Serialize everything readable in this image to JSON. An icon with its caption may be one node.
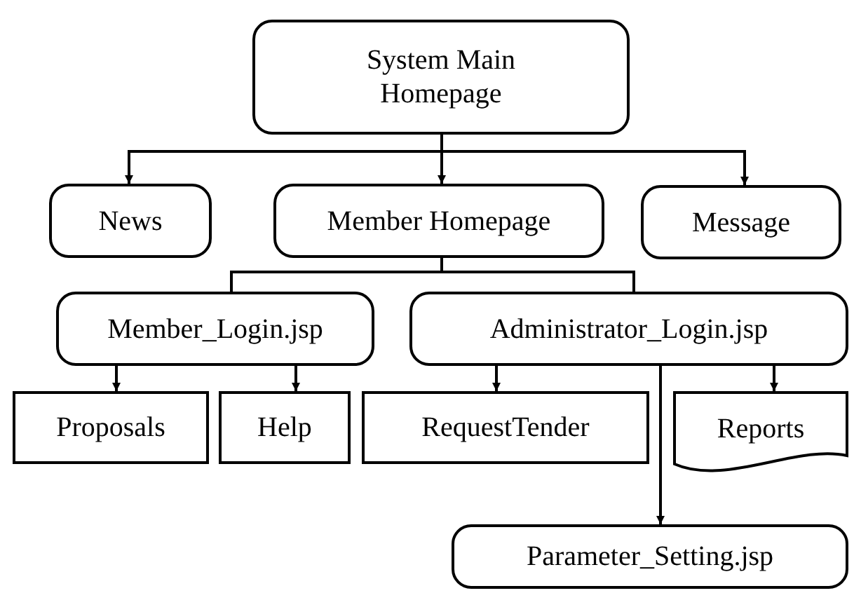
{
  "diagram": {
    "nodes": [
      {
        "text": [
          "System Main Homepage"
        ]
      },
      {
        "text": [
          "News"
        ]
      },
      {
        "text": [
          "Member Homepage"
        ]
      },
      {
        "text": [
          "Message"
        ]
      },
      {
        "text": [
          "Member_Login.jsp"
        ]
      },
      {
        "text": [
          "Administrator_Login.jsp"
        ]
      },
      {
        "text": [
          "Proposals"
        ]
      },
      {
        "text": [
          "Help"
        ]
      },
      {
        "text": [
          "RequestTender"
        ]
      },
      {
        "text": [
          "Reports"
        ]
      },
      {
        "text": [
          "Parameter_Setting.jsp"
        ]
      }
    ],
    "edges": [
      {
        "from": 0,
        "to": 1,
        "arrow": "to"
      },
      {
        "from": 0,
        "to": 2,
        "arrow": "to"
      },
      {
        "from": 0,
        "to": 3,
        "arrow": "to"
      },
      {
        "from": 2,
        "to": 4,
        "arrow": "none"
      },
      {
        "from": 2,
        "to": 5,
        "arrow": "none"
      },
      {
        "from": 4,
        "to": 6,
        "arrow": "to"
      },
      {
        "from": 4,
        "to": 7,
        "arrow": "to"
      },
      {
        "from": 5,
        "to": 8,
        "arrow": "to"
      },
      {
        "from": 5,
        "to": 9,
        "arrow": "to"
      },
      {
        "from": 5,
        "to": 10,
        "arrow": "to"
      }
    ]
  }
}
